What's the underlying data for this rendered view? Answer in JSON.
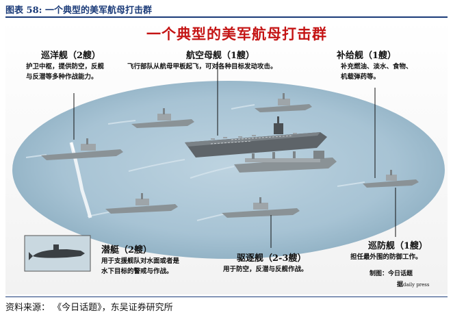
{
  "figure_label": "图表 58:   一个典型的美军航母打击群",
  "infographic": {
    "title": "一个典型的美军航母打击群",
    "sections": {
      "cruiser": {
        "label": "巡洋舰（2艘）",
        "lines": [
          "护卫中枢，提供防空，反舰",
          "与反潜等多种作战能力。"
        ]
      },
      "carrier": {
        "label": "航空母舰（1艘）",
        "lines": [
          "飞行部队从航母甲板起飞，可对各种目标发动攻击。"
        ]
      },
      "supply": {
        "label": "补给舰（1艘）",
        "lines": [
          "补充燃油、淡水、食物、",
          "机载弹药等。"
        ]
      },
      "submarine": {
        "label": "潜艇（2艘）",
        "lines": [
          "用于支援舰队对水面或者是",
          "水下目标的警戒与作战。"
        ]
      },
      "destroyer": {
        "label": "驱逐舰（2-3艘）",
        "lines": [
          "用于防空，反潜与反舰作战。"
        ]
      },
      "frigate": {
        "label": "巡防舰（1艘）",
        "lines": [
          "担任最外围的防御工作。"
        ]
      }
    },
    "credit": {
      "line1": "制图：今日话题",
      "line2_prefix": "据",
      "line2_suffix": "daily press"
    },
    "colors": {
      "title_red": "#c41414",
      "sea": "#a9c5d6",
      "ship_gray": "#8a9296",
      "carrier_deck": "#5e6469"
    }
  },
  "source": "资料来源：  《今日话题》，东吴证券研究所"
}
